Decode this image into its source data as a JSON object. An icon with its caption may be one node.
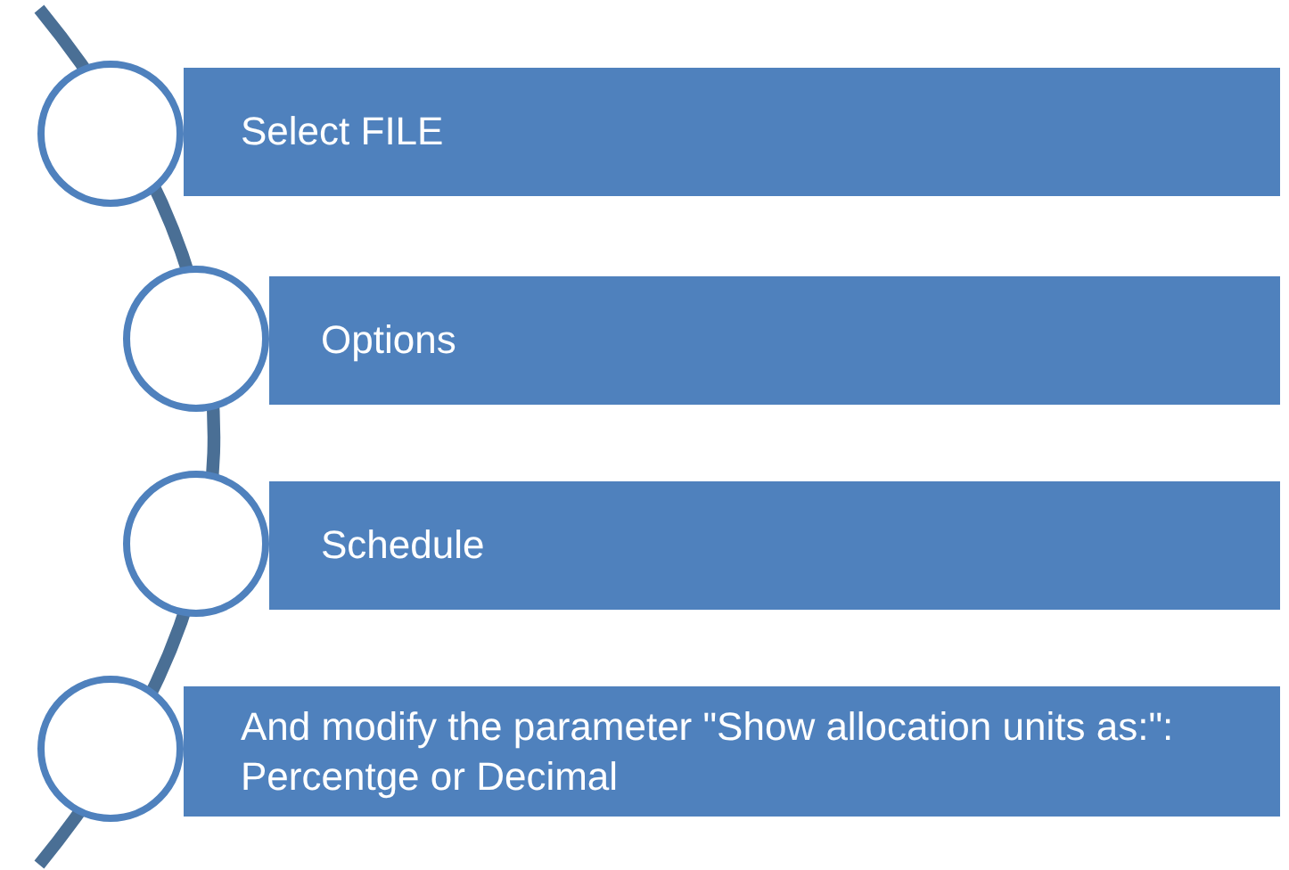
{
  "diagram": {
    "nodes": [
      {
        "text": [],
        "shape": "circle"
      },
      {
        "text": [
          "Select FILE"
        ]
      },
      {
        "text": [],
        "shape": "circle"
      },
      {
        "text": [
          "Options"
        ]
      },
      {
        "text": [],
        "shape": "circle"
      },
      {
        "text": [
          "Schedule"
        ]
      },
      {
        "text": [],
        "shape": "circle"
      },
      {
        "text": [
          "And modify the parameter \"Show allocation units as:\": Percentge or Decimal"
        ]
      }
    ]
  }
}
